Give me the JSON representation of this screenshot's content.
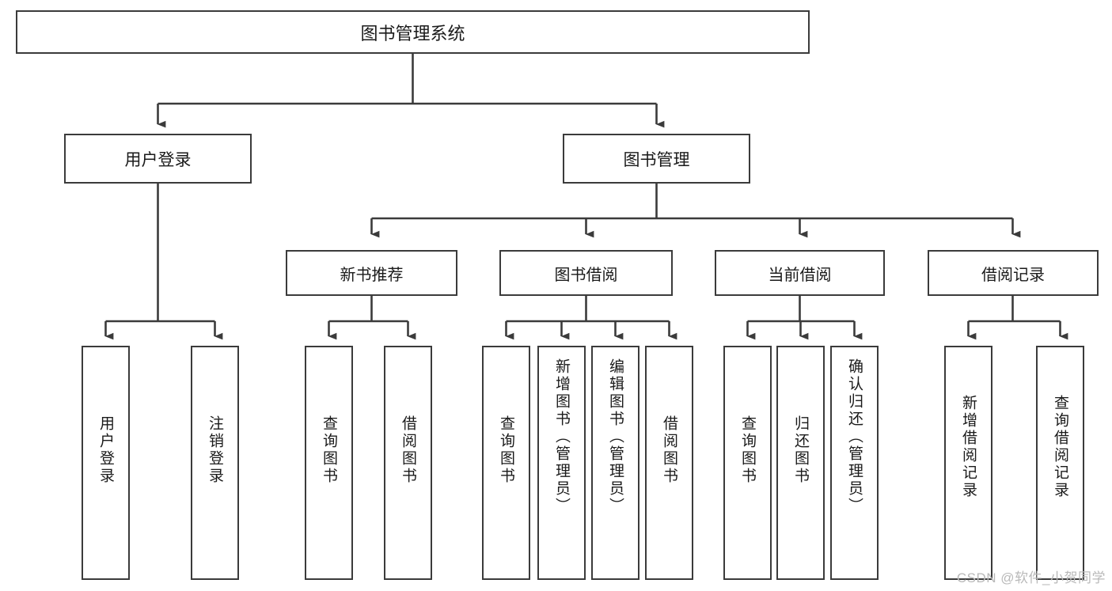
{
  "diagram": {
    "type": "tree-hierarchy",
    "title": "图书管理系统",
    "watermark": "CSDN @软件_小贺同学",
    "colors": {
      "stroke": "#3b3b3b",
      "fill": "#ffffff",
      "text": "#1a1a1a",
      "watermark": "#b9b9b9"
    },
    "root": {
      "label": "图书管理系统"
    },
    "level2": [
      {
        "label": "用户登录"
      },
      {
        "label": "图书管理"
      }
    ],
    "level3": [
      {
        "label": "新书推荐"
      },
      {
        "label": "图书借阅"
      },
      {
        "label": "当前借阅"
      },
      {
        "label": "借阅记录"
      }
    ],
    "leaves": {
      "user_login": [
        {
          "label": "用户登录"
        },
        {
          "label": "注销登录"
        }
      ],
      "new_book": [
        {
          "label": "查询图书"
        },
        {
          "label": "借阅图书"
        }
      ],
      "book_borrow": [
        {
          "label": "查询图书"
        },
        {
          "label": "新增图书（管理员）"
        },
        {
          "label": "编辑图书（管理员）"
        },
        {
          "label": "借阅图书"
        }
      ],
      "current_borrow": [
        {
          "label": "查询图书"
        },
        {
          "label": "归还图书"
        },
        {
          "label": "确认归还（管理员）"
        }
      ],
      "borrow_record": [
        {
          "label": "新增借阅记录"
        },
        {
          "label": "查询借阅记录"
        }
      ]
    }
  }
}
